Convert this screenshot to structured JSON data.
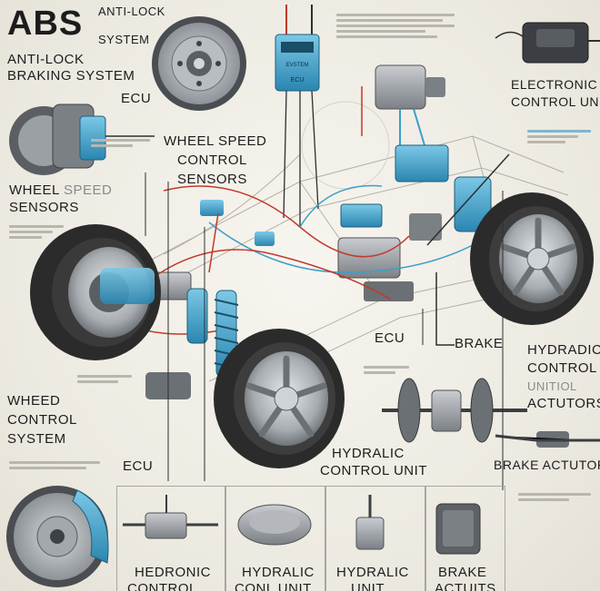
{
  "header": {
    "abs": "ABS",
    "antilock_small_1": "ANTI-LOCK",
    "antilock_small_2": "SYSTEM",
    "antilock_full_1": "ANTI-LOCK",
    "antilock_full_2": "BRAKING SYSTEM"
  },
  "labels": {
    "ecu_top": "ECU",
    "wheel_speed_1": "WHEEL SPEED",
    "wheel_speed_2": "CONTROL",
    "wheel_speed_3": "SENSORS",
    "wheel_sensors_1": "WHEEL",
    "wheel_sensors_faint": "SPEED",
    "wheel_sensors_2": "SENSORS",
    "electronic_1": "ELECTRONIC",
    "electronic_2": "CONTROL UNI",
    "ecu_mid": "ECU",
    "brake": "BRAKE",
    "hydradic_1": "HYDRADIC",
    "hydradic_2": "CONTROL",
    "hydradic_3": "UNITIOL",
    "hydradic_4": "ACTUTORS",
    "wheed_1": "WHEED",
    "wheed_2": "CONTROL",
    "wheed_3": "SYSTEM",
    "ecu_low": "ECU",
    "hydralic_cu_1": "HYDRALIC",
    "hydralic_cu_2": "CONTROL UNIT",
    "brake_actutor": "BRAKE ACTUTOR",
    "ecu_chip": "EVSTEM",
    "ecu_chip_2": "ECU"
  },
  "bottom": {
    "col1_1": "HEDRONIC",
    "col1_2": "CONTROL",
    "col2_1": "HYDRALIC",
    "col2_2": "CONL UNIT",
    "col3_1": "HYDRALIC",
    "col3_2": "UNIT",
    "col4_1": "BRAKE",
    "col4_2": "ACTUITS"
  },
  "colors": {
    "accent_blue": "#3a9fc9",
    "wire_red": "#c0392b",
    "tire": "#2b2b2b",
    "metal": "#9ea3a8"
  }
}
